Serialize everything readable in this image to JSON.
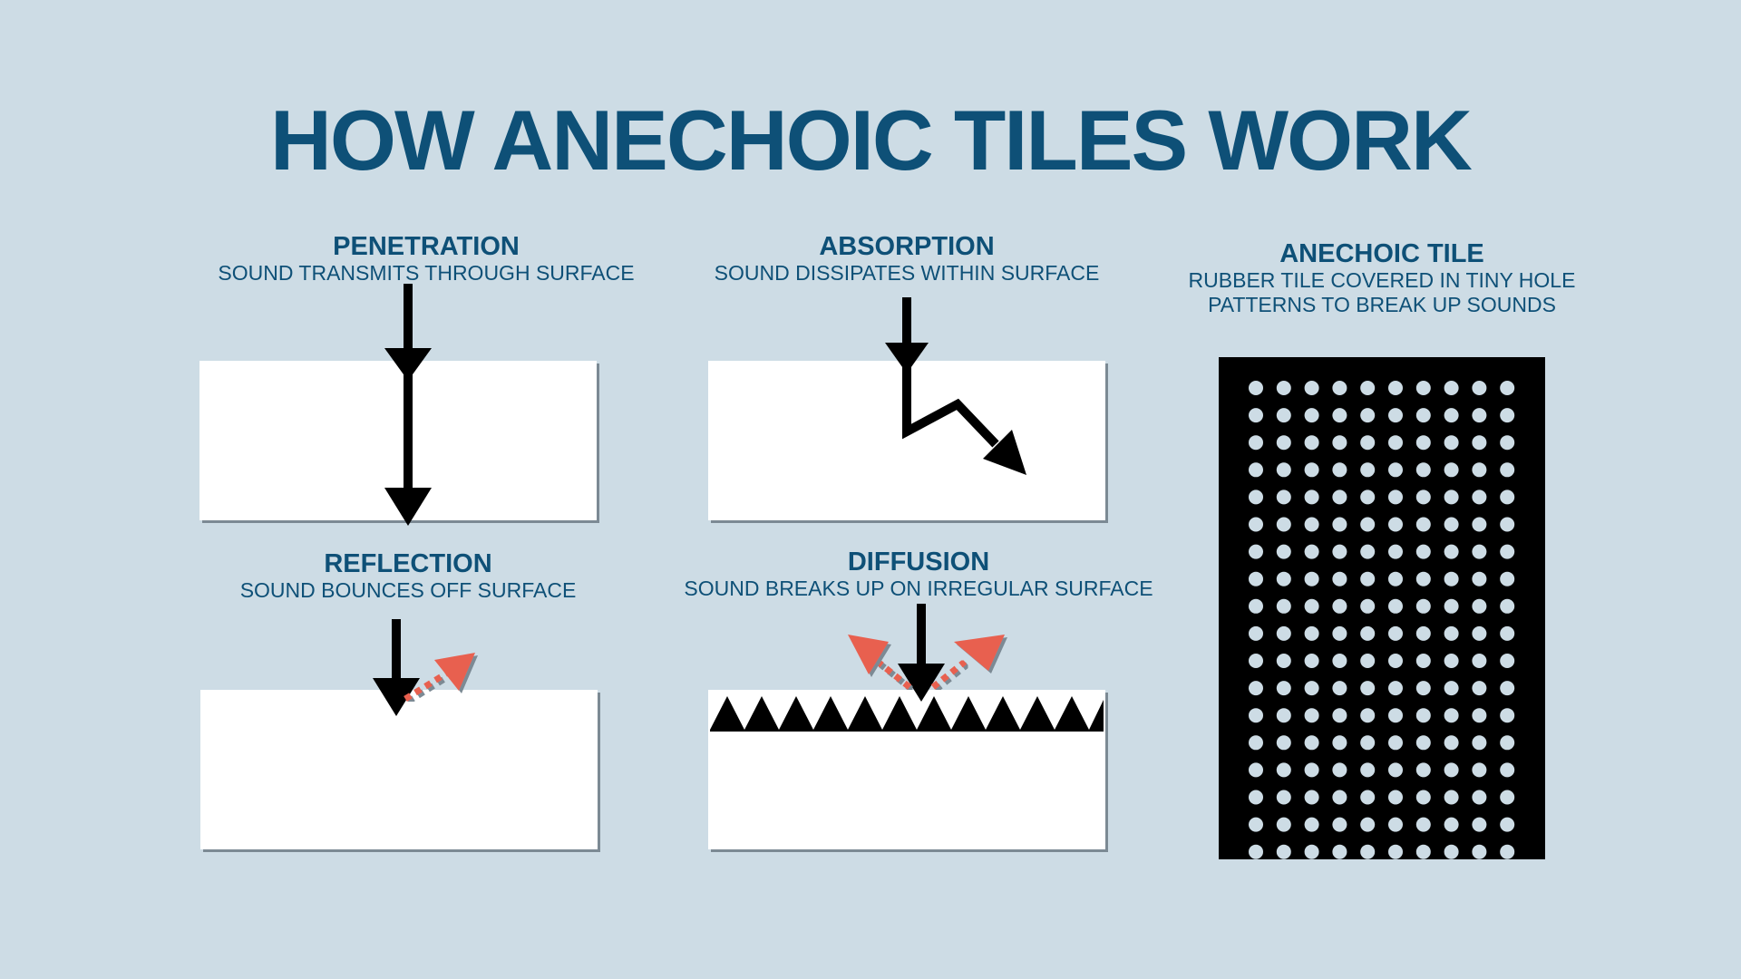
{
  "title": "HOW ANECHOIC TILES WORK",
  "colors": {
    "background": "#cddce5",
    "title": "#0e5077",
    "surface": "#ffffff",
    "arrow": "#000000",
    "reflected_arrow": "#e8604f",
    "tile": "#000000",
    "tile_holes": "#cddce5"
  },
  "panels": {
    "penetration": {
      "heading": "PENETRATION",
      "desc": "SOUND TRANSMITS THROUGH SURFACE"
    },
    "absorption": {
      "heading": "ABSORPTION",
      "desc": "SOUND DISSIPATES WITHIN SURFACE"
    },
    "reflection": {
      "heading": "REFLECTION",
      "desc": "SOUND BOUNCES OFF SURFACE"
    },
    "diffusion": {
      "heading": "DIFFUSION",
      "desc": "SOUND BREAKS UP ON IRREGULAR SURFACE"
    },
    "anechoic_tile": {
      "heading": "ANECHOIC TILE",
      "desc_line1": "RUBBER TILE COVERED IN TINY HOLE",
      "desc_line2": "PATTERNS TO BREAK UP SOUNDS"
    }
  }
}
